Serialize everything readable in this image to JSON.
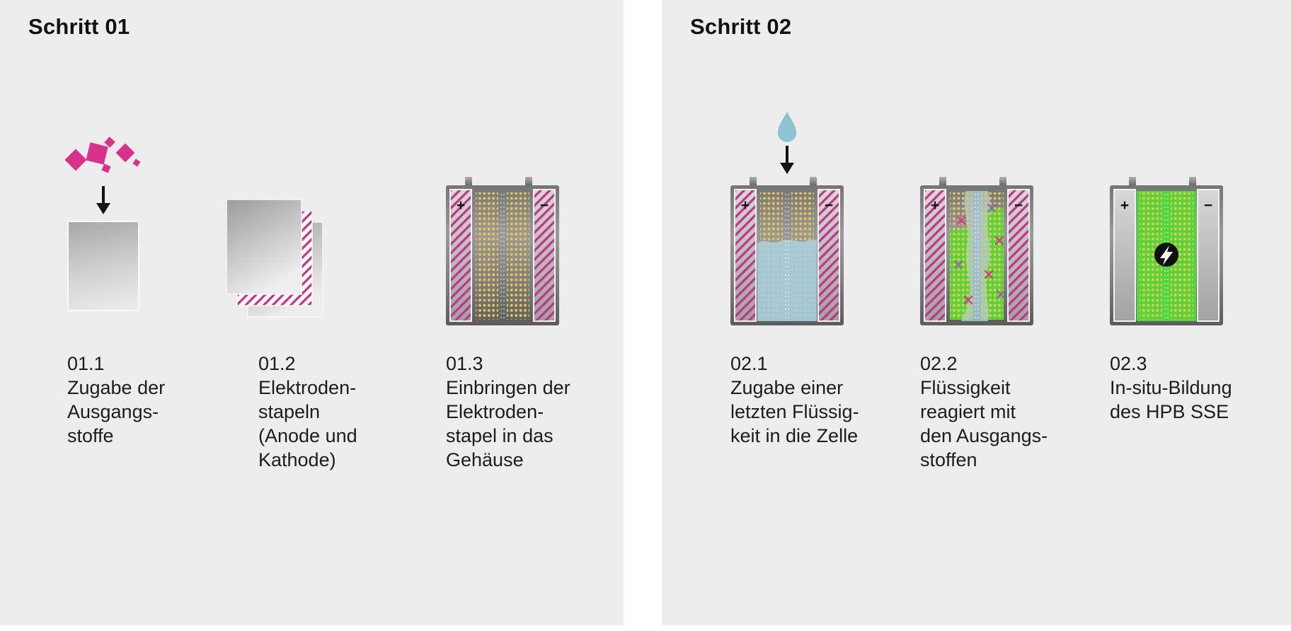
{
  "colors": {
    "panel_bg": "#ededed",
    "text": "#1c1c1c",
    "magenta": "#d9318c",
    "hatch_magenta": "#c2368a",
    "dot_yellow": "#eec652",
    "liquid_blue": "#a9cddb",
    "droplet_blue": "#8ec3d4",
    "sse_green": "#55d43e",
    "spark_purple": "#8f68a5"
  },
  "panels": [
    {
      "title": "Schritt 01",
      "items": [
        {
          "number": "01.1",
          "caption": "Zugabe der\nAusgangs-\nstoffe"
        },
        {
          "number": "01.2",
          "caption": "Elektroden-\nstapeln\n(Anode und\nKathode)"
        },
        {
          "number": "01.3",
          "caption": "Einbringen der\nElektroden-\nstapel in das\nGehäuse"
        }
      ]
    },
    {
      "title": "Schritt 02",
      "items": [
        {
          "number": "02.1",
          "caption": "Zugabe einer\nletzten Flüssig-\nkeit in die Zelle"
        },
        {
          "number": "02.2",
          "caption": "Flüssigkeit\nreagiert mit\nden Ausgangs-\nstoffen"
        },
        {
          "number": "02.3",
          "caption": "In-situ-Bildung\ndes HPB SSE"
        }
      ]
    }
  ],
  "battery": {
    "plus": "+",
    "minus": "−"
  },
  "icons": {
    "arrow": "down-arrow",
    "droplet": "liquid-droplet",
    "lightning": "lightning-bolt",
    "particles": "raw-material-particles"
  }
}
